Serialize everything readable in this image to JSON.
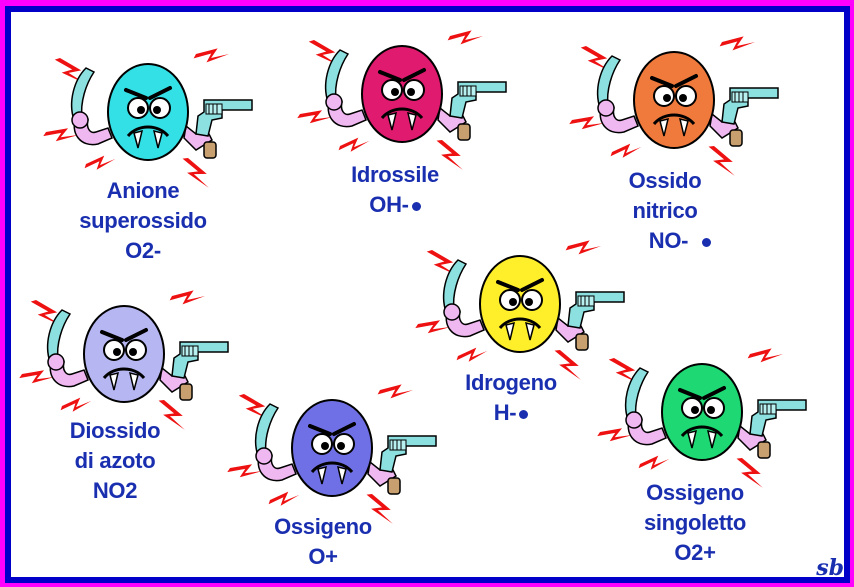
{
  "border_color": "#ff00ff",
  "frame_color": "#0000c8",
  "label_color": "#1a2fb0",
  "creatures": [
    {
      "name": "anione-superossido",
      "color": "#33e0e6",
      "lines": [
        "Anione",
        "superossido",
        "O2-"
      ]
    },
    {
      "name": "idrossile",
      "color": "#e01a6e",
      "lines": [
        "Idrossile",
        "OH-"
      ]
    },
    {
      "name": "ossido-nitrico",
      "color": "#f07a3c",
      "lines": [
        "Ossido",
        "nitrico",
        "NO-"
      ]
    },
    {
      "name": "idrogeno",
      "color": "#ffee2a",
      "lines": [
        "Idrogeno",
        "H-"
      ]
    },
    {
      "name": "diossido-di-azoto",
      "color": "#b6b6f2",
      "lines": [
        "Diossido",
        "di azoto",
        "NO2"
      ]
    },
    {
      "name": "ossigeno",
      "color": "#7070e6",
      "lines": [
        "Ossigeno",
        "O+"
      ]
    },
    {
      "name": "ossigeno-singoletto",
      "color": "#1ed873",
      "lines": [
        "Ossigeno",
        "singoletto",
        "O2+"
      ]
    }
  ],
  "signature": "sb"
}
